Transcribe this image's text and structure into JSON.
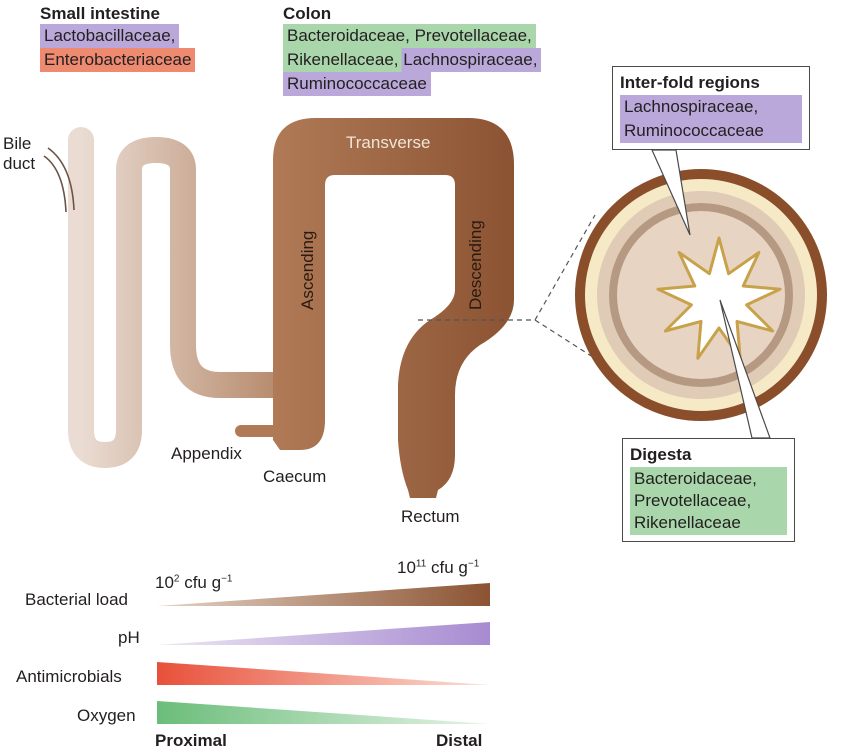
{
  "small_intestine": {
    "title": "Small intestine",
    "families": [
      "Lactobacillaceae,",
      "Enterobacteriaceae"
    ]
  },
  "colon": {
    "title": "Colon",
    "families": [
      "Bacteroidaceae, Prevotellaceae,",
      "Rikenellaceae, Lachnospiraceae,",
      "Ruminococcaceae"
    ]
  },
  "interfold": {
    "title": "Inter-fold regions",
    "families": [
      "Lachnospiraceae,",
      "Ruminococcaceae"
    ]
  },
  "digesta": {
    "title": "Digesta",
    "families": [
      "Bacteroidaceae,",
      "Prevotellaceae,",
      "Rikenellaceae"
    ]
  },
  "anatomy": {
    "bile_duct": [
      "Bile",
      "duct"
    ],
    "transverse": "Transverse",
    "ascending": "Ascending",
    "descending": "Descending",
    "appendix": "Appendix",
    "caecum": "Caecum",
    "rectum": "Rectum"
  },
  "gradients": {
    "bacterial_load": "Bacterial load",
    "ph": "pH",
    "antimicrobials": "Antimicrobials",
    "oxygen": "Oxygen",
    "load_low_base": "10",
    "load_low_exp": "2",
    "load_low_unit": " cfu g",
    "load_low_unit_exp": "−1",
    "load_high_base": "10",
    "load_high_exp": "11",
    "load_high_unit": " cfu g",
    "load_high_unit_exp": "−1",
    "proximal": "Proximal",
    "distal": "Distal"
  },
  "colors": {
    "purple": "#b9a8d9",
    "red": "#ee8a6f",
    "green": "#a9d6aa",
    "colon_brown": "#8c5634",
    "small_intestine_tan": "#dcc3b4"
  }
}
